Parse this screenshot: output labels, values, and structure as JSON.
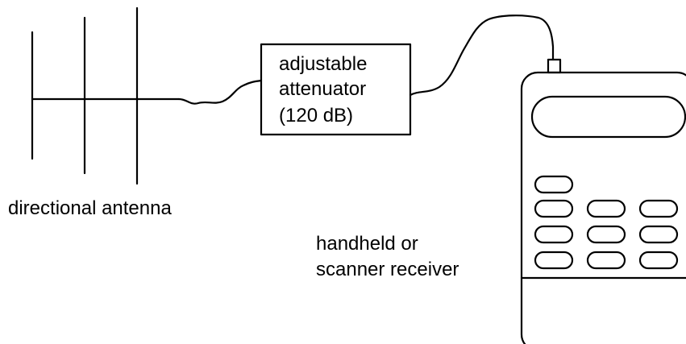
{
  "attenuator": {
    "line1": "adjustable",
    "line2": "attenuator",
    "line3": "(120 dB)"
  },
  "antenna": {
    "label": "directional antenna"
  },
  "receiver": {
    "line1": "handheld or",
    "line2": "scanner receiver"
  }
}
